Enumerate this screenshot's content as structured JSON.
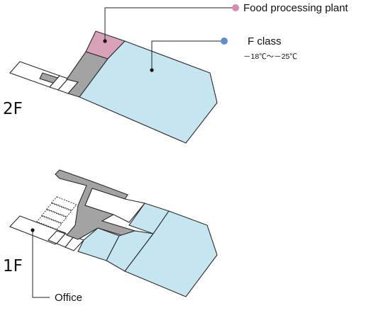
{
  "floors": {
    "upper": {
      "label": "2F"
    },
    "lower": {
      "label": "1F"
    }
  },
  "legend": {
    "food_processing": {
      "label": "Food processing plant",
      "color": "#d98cb3"
    },
    "f_class": {
      "label": "F class",
      "range": "－18℃～－25℃",
      "color": "#5b8fd1"
    },
    "office": {
      "label": "Office"
    }
  },
  "colors": {
    "freezer_zone": "#c5e6f0",
    "plant_zone": "#d9a1b8",
    "corridor": "#a3a3a3",
    "outline": "#2a2a2a",
    "leader": "#222222"
  }
}
